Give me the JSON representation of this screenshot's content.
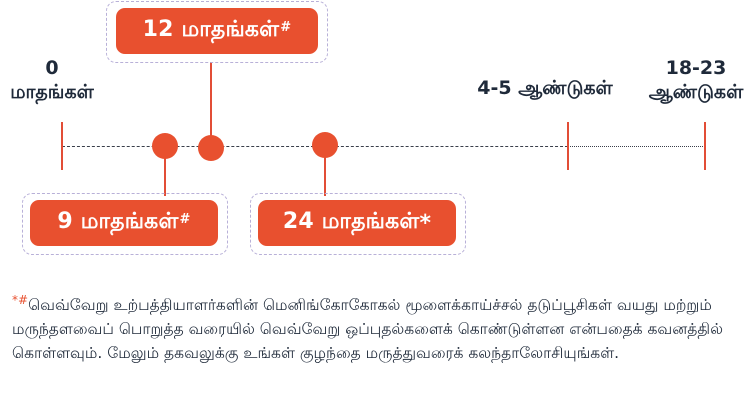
{
  "timeline": {
    "ticks": [
      {
        "num": "0",
        "unit": "மாதங்கள்"
      },
      {
        "label": "4-5 ஆண்டுகள்"
      },
      {
        "num": "18-23",
        "unit": "ஆண்டுகள்"
      }
    ],
    "markers": [
      {
        "label": "12 மாதங்கள்",
        "mark": "#"
      },
      {
        "label": "9 மாதங்கள்",
        "mark": "#"
      },
      {
        "label": "24 மாதங்கள்",
        "mark": "*"
      }
    ]
  },
  "footnote": {
    "mark": "*#",
    "text": "வெவ்வேறு உற்பத்தியாளர்களின் மெனிங்கோகோகல் மூளைக்காய்ச்சல் தடுப்பூசிகள் வயது மற்றும் மருந்தளவைப் பொறுத்த வரையில் வெவ்வேறு ஒப்புதல்களைக் கொண்டுள்ளன என்பதைக் கவனத்தில் கொள்ளவும். மேலும் தகவலுக்கு உங்கள் குழந்தை மருத்துவரைக் கலந்தாலோசியுங்கள்."
  },
  "colors": {
    "accent": "#e8502f",
    "text": "#1f2a3a",
    "outline": "#b8b0d8"
  }
}
